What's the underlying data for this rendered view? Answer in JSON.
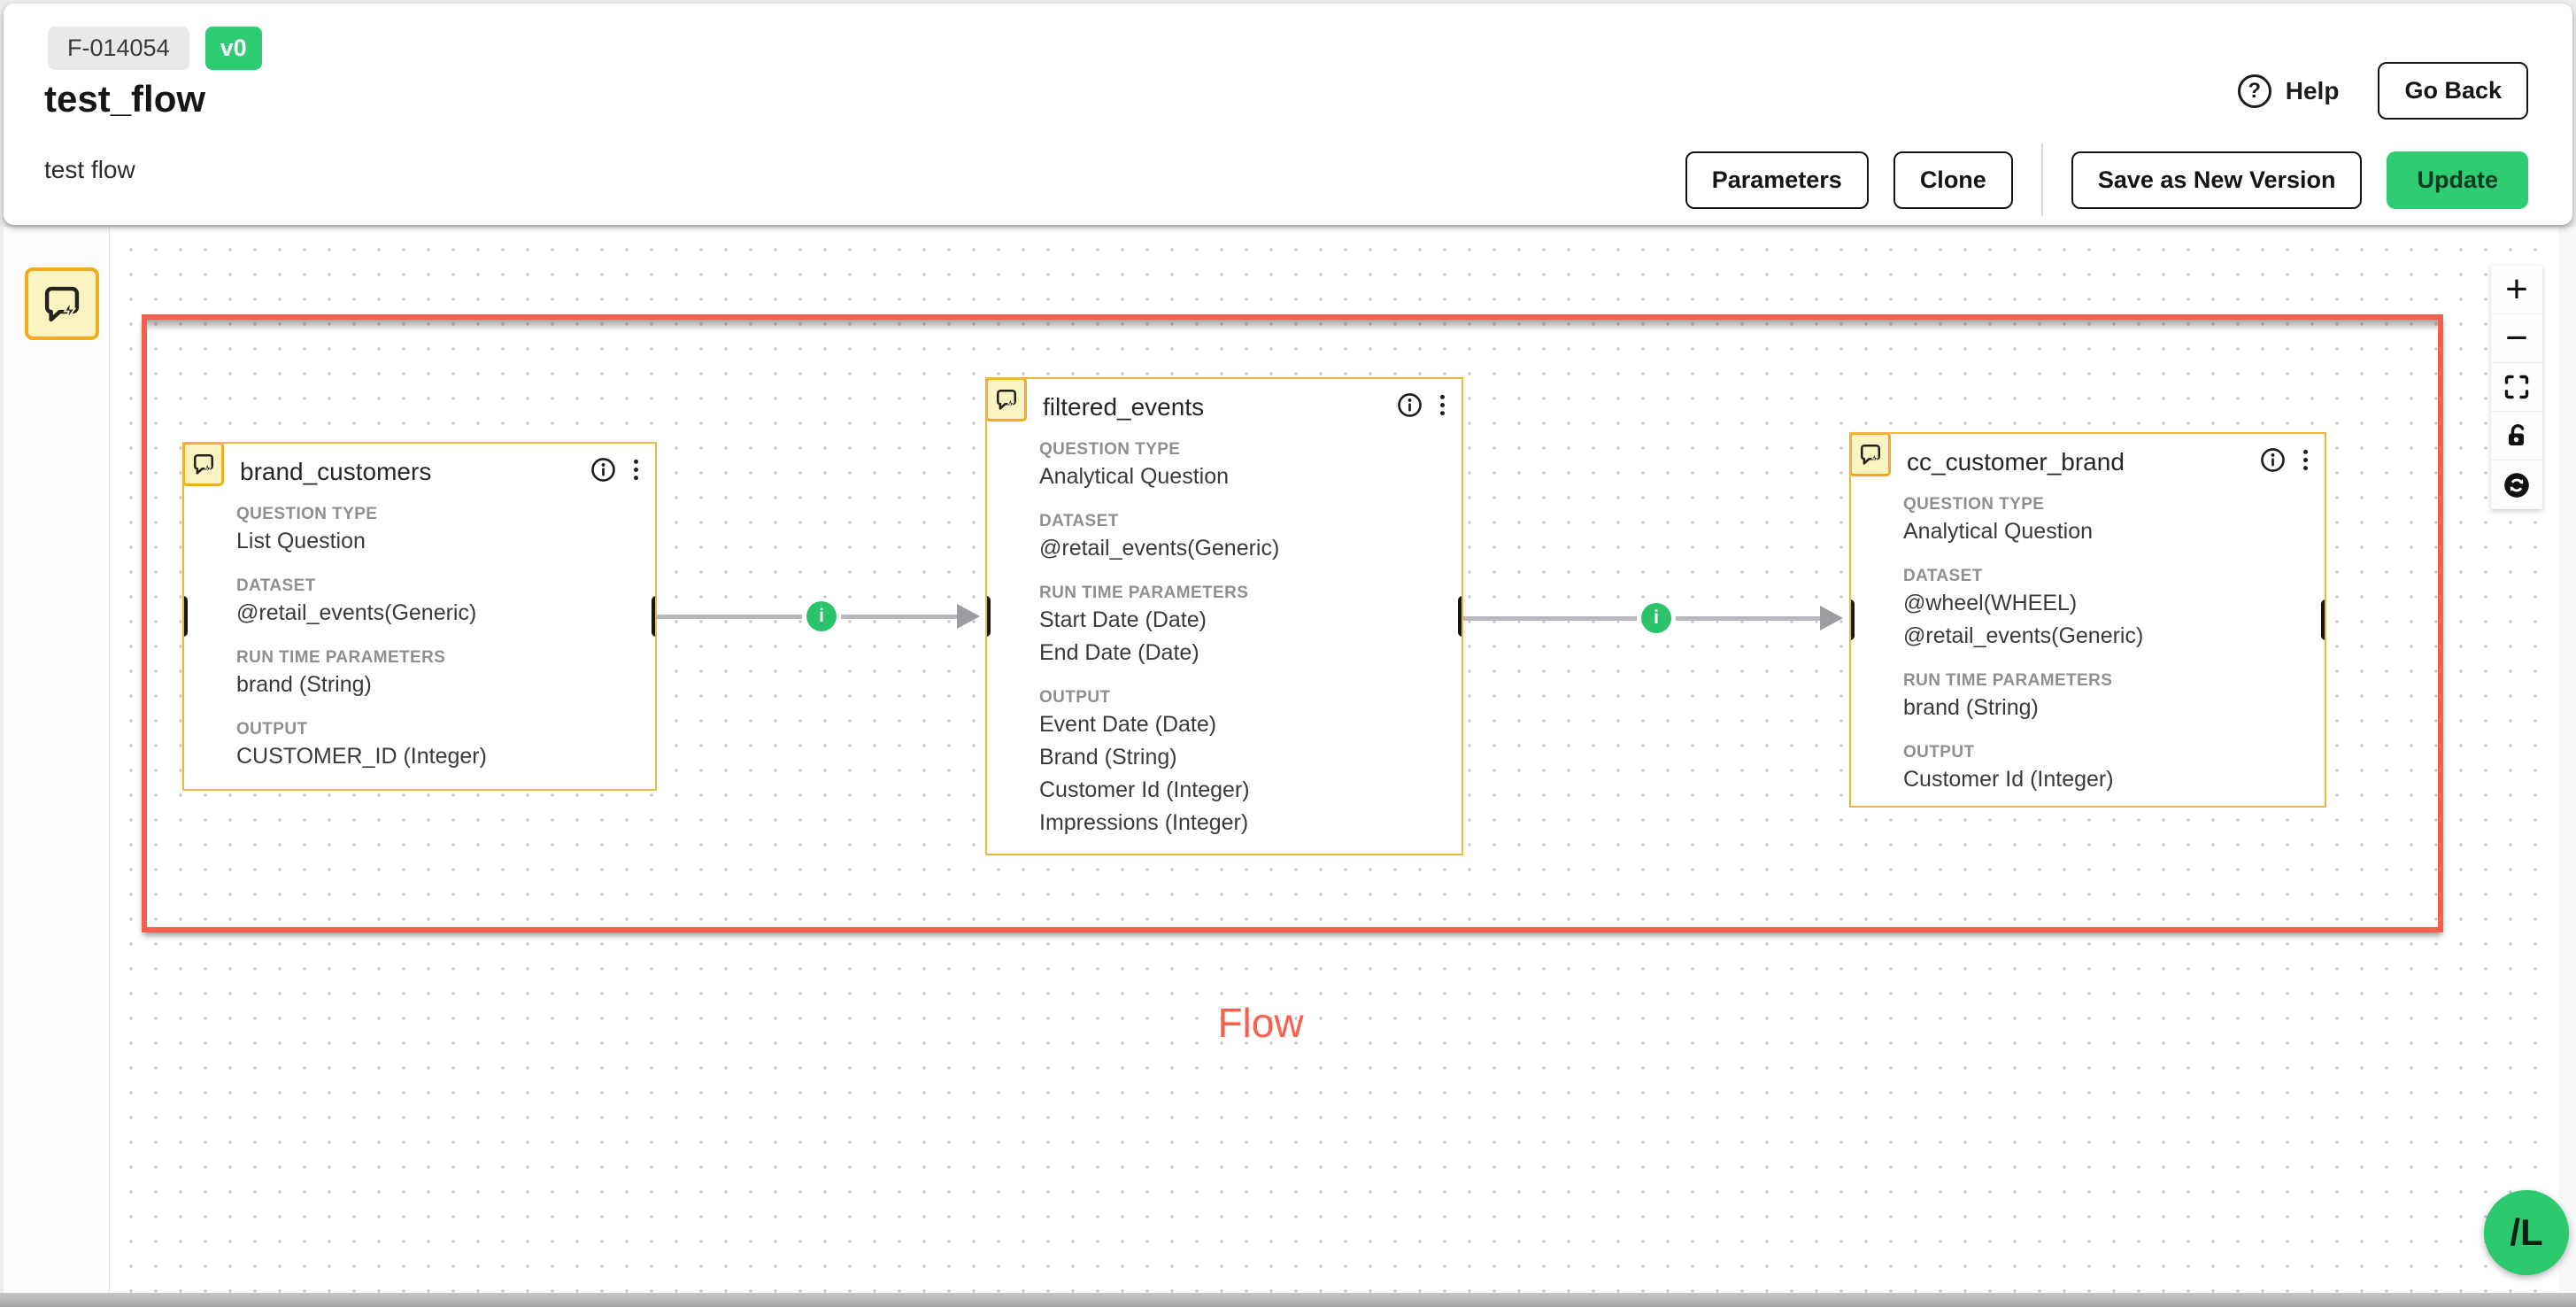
{
  "header": {
    "flow_id": "F-014054",
    "version": "v0",
    "title": "test_flow",
    "subtitle": "test flow",
    "actions": {
      "help": "Help",
      "go_back": "Go Back",
      "parameters": "Parameters",
      "clone": "Clone",
      "save_as_new_version": "Save as New Version",
      "update": "Update"
    }
  },
  "sidebar": {
    "palette_items": [
      {
        "icon": "question-node-icon"
      }
    ]
  },
  "canvas": {
    "group": {
      "label": "Flow"
    },
    "nodes": [
      {
        "title": "brand_customers",
        "sections": [
          {
            "label": "QUESTION TYPE",
            "values": [
              "List Question"
            ]
          },
          {
            "label": "DATASET",
            "values": [
              "@retail_events(Generic)"
            ]
          },
          {
            "label": "RUN TIME PARAMETERS",
            "values": [
              "brand (String)"
            ]
          },
          {
            "label": "OUTPUT",
            "values": [
              "CUSTOMER_ID (Integer)"
            ]
          }
        ]
      },
      {
        "title": "filtered_events",
        "sections": [
          {
            "label": "QUESTION TYPE",
            "values": [
              "Analytical Question"
            ]
          },
          {
            "label": "DATASET",
            "values": [
              "@retail_events(Generic)"
            ]
          },
          {
            "label": "RUN TIME PARAMETERS",
            "values": [
              "Start Date (Date)",
              "End Date (Date)"
            ]
          },
          {
            "label": "OUTPUT",
            "values": [
              "Event Date (Date)",
              "Brand (String)",
              "Customer Id (Integer)",
              "Impressions (Integer)"
            ]
          }
        ]
      },
      {
        "title": "cc_customer_brand",
        "sections": [
          {
            "label": "QUESTION TYPE",
            "values": [
              "Analytical Question"
            ]
          },
          {
            "label": "DATASET",
            "values": [
              "@wheel(WHEEL)",
              "@retail_events(Generic)"
            ]
          },
          {
            "label": "RUN TIME PARAMETERS",
            "values": [
              "brand (String)"
            ]
          },
          {
            "label": "OUTPUT",
            "values": [
              "Customer Id (Integer)"
            ]
          }
        ]
      }
    ],
    "edges": [
      {
        "from": "brand_customers",
        "to": "filtered_events",
        "badge": "i"
      },
      {
        "from": "filtered_events",
        "to": "cc_customer_brand",
        "badge": "i"
      }
    ]
  },
  "controls": {
    "items": [
      "zoom-in",
      "zoom-out",
      "fit-view",
      "toggle-interactivity",
      "reset"
    ]
  },
  "chat_launcher": {
    "label": "/L"
  },
  "colors": {
    "accent_green": "#2ECD74",
    "node_border": "#EEB53F",
    "node_icon_bg": "#FBF3C1",
    "node_icon_border": "#F0AC1E",
    "group_border": "#F4604C",
    "flow_label": "#FB604E",
    "edge_line": "#B7B7BD"
  }
}
